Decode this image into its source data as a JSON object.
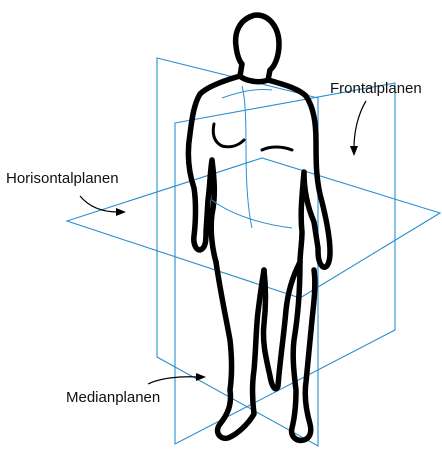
{
  "labels": {
    "frontal": "Frontalplanen",
    "horizontal": "Horisontalplanen",
    "median": "Medianplanen"
  },
  "colors": {
    "plane_stroke": "#2a8fd0",
    "body_outline": "#000000",
    "background": "#ffffff"
  }
}
